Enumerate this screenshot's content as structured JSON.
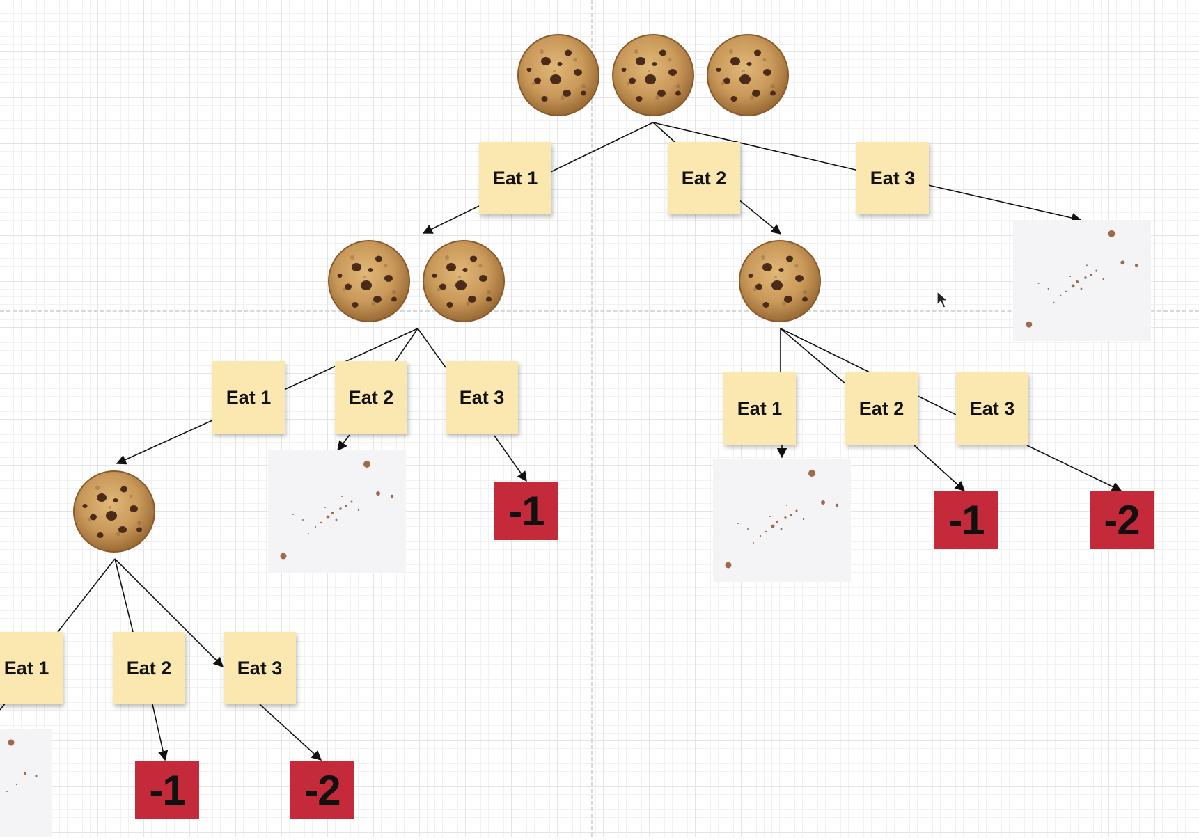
{
  "edge_label": "Eat",
  "diagram": {
    "root": {
      "cookies": 3
    },
    "level1": [
      {
        "label": "Eat 1",
        "result_cookies": 2
      },
      {
        "label": "Eat 2",
        "result_cookies": 1
      },
      {
        "label": "Eat 3",
        "result": "crumbs"
      }
    ],
    "left_branch": [
      {
        "label": "Eat 1",
        "result_cookies": 1
      },
      {
        "label": "Eat 2",
        "result": "crumbs"
      },
      {
        "label": "Eat 3",
        "score": "-1"
      }
    ],
    "left_left_branch": [
      {
        "label": "Eat 1",
        "result": "crumbs"
      },
      {
        "label": "Eat 2",
        "score": "-1"
      },
      {
        "label": "Eat 3",
        "score": "-2"
      }
    ],
    "right_branch": [
      {
        "label": "Eat 1",
        "result": "crumbs"
      },
      {
        "label": "Eat 2",
        "score": "-1"
      },
      {
        "label": "Eat 3",
        "score": "-2"
      }
    ]
  },
  "colors": {
    "note": "#fbe8b0",
    "score": "#c52a3a",
    "cookie": "#c9995a",
    "chip": "#4a2a18"
  },
  "icons": [
    "cookie-icon",
    "crumbs-icon",
    "mouse-cursor-icon"
  ]
}
